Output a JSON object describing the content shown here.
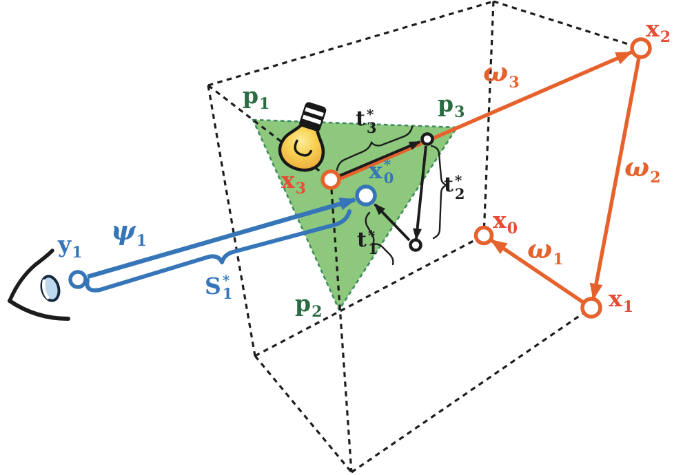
{
  "colors": {
    "blue": "#3676B8",
    "orange": "#E6622D",
    "red_label": "#E54D34",
    "green_fill": "#8DC87D",
    "green_edge": "#3E8C5E",
    "green_label": "#2A6B42",
    "black": "#1C1C1C",
    "bulb_yellow": "#F8D355",
    "bulb_highlight": "#FCEC9B",
    "bulb_shade": "#EDAB3C",
    "iris_blue": "#BCD9EF"
  },
  "icons": {
    "eye": "eye-icon",
    "light_bulb": "light-bulb-icon"
  },
  "labels": {
    "y1": {
      "main": "y",
      "sub": "1"
    },
    "psi1": {
      "main": "ψ",
      "sub": "1"
    },
    "S1star": {
      "main": "S",
      "sub": "1",
      "sup": "*"
    },
    "x0star": {
      "main": "x",
      "sub": "0",
      "sup": "*"
    },
    "x3": {
      "main": "x",
      "sub": "3"
    },
    "x0": {
      "main": "x",
      "sub": "0"
    },
    "x1": {
      "main": "x",
      "sub": "1"
    },
    "x2": {
      "main": "x",
      "sub": "2"
    },
    "omega1": {
      "main": "ω",
      "sub": "1"
    },
    "omega2": {
      "main": "ω",
      "sub": "2"
    },
    "omega3": {
      "main": "ω",
      "sub": "3"
    },
    "t1star": {
      "main": "t",
      "sub": "1",
      "sup": "*"
    },
    "t2star": {
      "main": "t",
      "sub": "2",
      "sup": "*"
    },
    "t3star": {
      "main": "t",
      "sub": "3",
      "sup": "*"
    },
    "p1": {
      "main": "p",
      "sub": "1"
    },
    "p2": {
      "main": "p",
      "sub": "2"
    },
    "p3": {
      "main": "p",
      "sub": "3"
    }
  }
}
